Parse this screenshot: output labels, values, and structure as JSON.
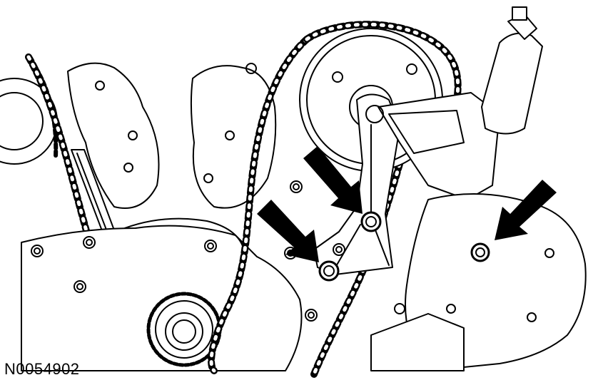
{
  "figure": {
    "id_label": "N0054902"
  },
  "colors": {
    "line": "#000000",
    "fill": "#ffffff",
    "arrow": "#000000"
  },
  "callouts": {
    "arrow_count": 3,
    "bolt_count": 3
  }
}
